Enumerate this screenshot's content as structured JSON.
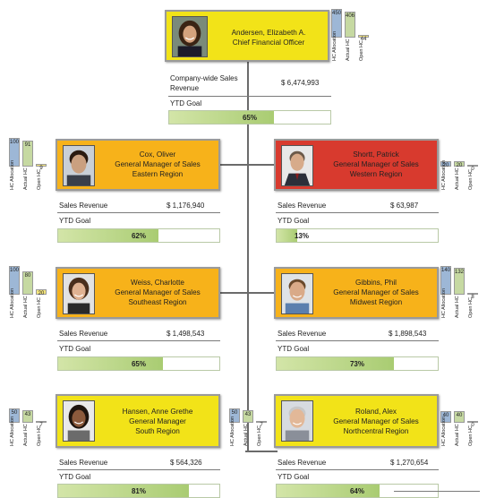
{
  "hc_labels": [
    "HC Allocation",
    "Actual HC",
    "Open HC"
  ],
  "goal_label": "YTD Goal",
  "nodes": [
    {
      "id": "andersen",
      "name": "Andersen, Elizabeth A.",
      "title": "Chief Financial Officer",
      "title2": "",
      "status": "yellow",
      "metric_label": "Company-wide Sales Revenue",
      "metric_value": "$ 6,474,993",
      "ytd_goal_pct": "65%",
      "goal_fraction": 0.65,
      "hc_allocation": "450",
      "actual_hc": "406",
      "open_hc": "44",
      "photo": "woman-brown-hair"
    },
    {
      "id": "cox",
      "name": "Cox, Oliver",
      "title": "General Manager of Sales",
      "title2": "Eastern Region",
      "status": "orange",
      "metric_label": "Sales Revenue",
      "metric_value": "$ 1,176,940",
      "ytd_goal_pct": "62%",
      "goal_fraction": 0.62,
      "hc_allocation": "100",
      "actual_hc": "91",
      "open_hc": "9",
      "photo": "man-dark-hair"
    },
    {
      "id": "shortt",
      "name": "Shortt, Patrick",
      "title": "General Manager of Sales",
      "title2": "Western Region",
      "status": "red",
      "metric_label": "Sales Revenue",
      "metric_value": "$ 63,987",
      "ytd_goal_pct": "13%",
      "goal_fraction": 0.13,
      "hc_allocation": "20",
      "actual_hc": "20",
      "open_hc": "0",
      "photo": "man-suit"
    },
    {
      "id": "weiss",
      "name": "Weiss, Charlotte",
      "title": "General Manager of Sales",
      "title2": "Southeast Region",
      "status": "orange",
      "metric_label": "Sales Revenue",
      "metric_value": "$ 1,498,543",
      "ytd_goal_pct": "65%",
      "goal_fraction": 0.65,
      "hc_allocation": "100",
      "actual_hc": "80",
      "open_hc": "20",
      "photo": "woman-smiling"
    },
    {
      "id": "gibbins",
      "name": "Gibbins, Phil",
      "title": "General Manager of Sales",
      "title2": "Midwest Region",
      "status": "orange",
      "metric_label": "Sales Revenue",
      "metric_value": "$ 1,898,543",
      "ytd_goal_pct": "73%",
      "goal_fraction": 0.73,
      "hc_allocation": "140",
      "actual_hc": "132",
      "open_hc": "8",
      "photo": "man-blue-shirt"
    },
    {
      "id": "hansen",
      "name": "Hansen, Anne Grethe",
      "title": "General Manager",
      "title2": "South Region",
      "status": "yellow",
      "metric_label": "Sales Revenue",
      "metric_value": "$ 564,326",
      "ytd_goal_pct": "81%",
      "goal_fraction": 0.81,
      "hc_allocation": "50",
      "actual_hc": "43",
      "open_hc": "7",
      "photo": "woman-dark-hair"
    },
    {
      "id": "roland",
      "name": "Roland, Alex",
      "title": "General Manager of Sales",
      "title2": "Northcentral Region",
      "status": "yellow",
      "metric_label": "Sales Revenue",
      "metric_value": "$ 1,270,654",
      "ytd_goal_pct": "64%",
      "goal_fraction": 0.64,
      "hc_allocation": "40",
      "actual_hc": "40",
      "open_hc": "0",
      "photo": "man-gray-hair"
    }
  ],
  "center_hc": {
    "hc_allocation": "50",
    "actual_hc": "43",
    "open_hc": "7"
  },
  "colors": {
    "yellow": "#f2e318",
    "orange": "#f7b21a",
    "red": "#d83a2e",
    "goal_fill": "#a9cc72",
    "hc_allocation": "#9db7d6",
    "actual_hc": "#c6d9a2",
    "open_hc": "#f6e77e"
  }
}
